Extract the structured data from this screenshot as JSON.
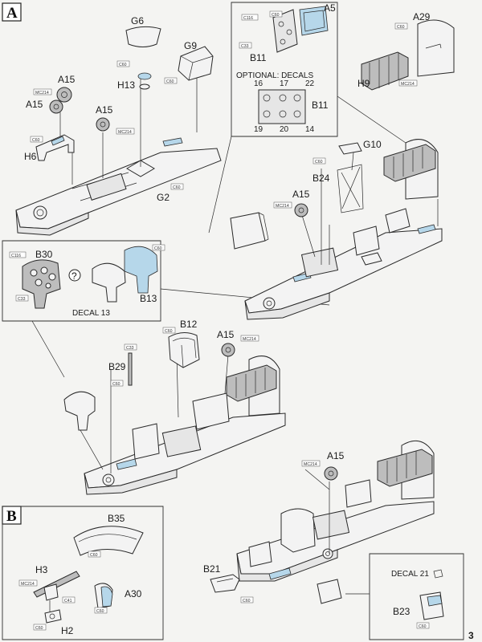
{
  "steps": {
    "a": "A",
    "b": "B"
  },
  "page_number": "3",
  "optional_decals": {
    "title": "OPTIONAL: DECALS",
    "numbers": [
      "16",
      "17",
      "22",
      "19",
      "20",
      "14"
    ]
  },
  "decal_callouts": {
    "decal_13": "DECAL 13",
    "decal_21": "DECAL 21"
  },
  "part_labels": {
    "g6": "G6",
    "h13": "H13",
    "g9": "G9",
    "a15": "A15",
    "h6": "H6",
    "g2": "G2",
    "a5": "A5",
    "b11": "B11",
    "a29": "A29",
    "h9": "H9",
    "g10": "G10",
    "b24": "B24",
    "b30": "B30",
    "b13": "B13",
    "b12": "B12",
    "b29": "B29",
    "b35": "B35",
    "h3": "H3",
    "a30": "A30",
    "h2": "H2",
    "b21": "B21",
    "b23": "B23"
  },
  "paint_codes": {
    "c60": "C60",
    "c116": "C116",
    "c33": "C33",
    "mc214": "MC214",
    "c41": "C41"
  },
  "question_mark": "?",
  "colors": {
    "photo_etch_blue": "#b6d7ea",
    "line": "#2a2a2a",
    "paper": "#f4f4f2"
  }
}
